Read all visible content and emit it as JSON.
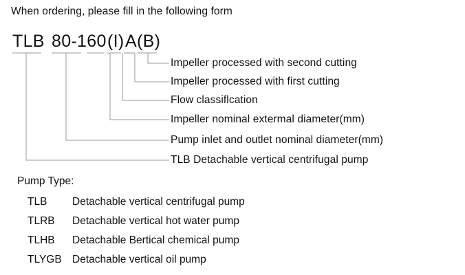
{
  "headline": "When ordering, please fill in the following form",
  "model_code": {
    "series": "TLB",
    "size": "80-160",
    "flow_class": "(I)",
    "cut_code": "A(B)",
    "full": "TLB 80-160 (I) A(B)"
  },
  "callouts": [
    {
      "text": "Impeller processed with second cutting"
    },
    {
      "text": "Impeller processed with first cutting"
    },
    {
      "text": "Flow classiflcation"
    },
    {
      "text": "Impeller nominal extermal diameter(mm)"
    },
    {
      "text": "Pump inlet and outlet nominal diameter(mm)"
    },
    {
      "text": "TLB Detachable vertical centrifugal pump"
    }
  ],
  "pump_type": {
    "heading": "Pump Type:",
    "rows": [
      {
        "code": "TLB",
        "desc": "Detachable vertical centrifugal pump"
      },
      {
        "code": "TLRB",
        "desc": "Detachable vertical hot water pump"
      },
      {
        "code": "TLHB",
        "desc": "Detachable Bertical chemical pump"
      },
      {
        "code": "TLYGB",
        "desc": "Detachable vertical oil pump"
      }
    ]
  },
  "colors": {
    "text": "#111111",
    "leader_line": "#9a9a9a",
    "background": "#ffffff"
  }
}
